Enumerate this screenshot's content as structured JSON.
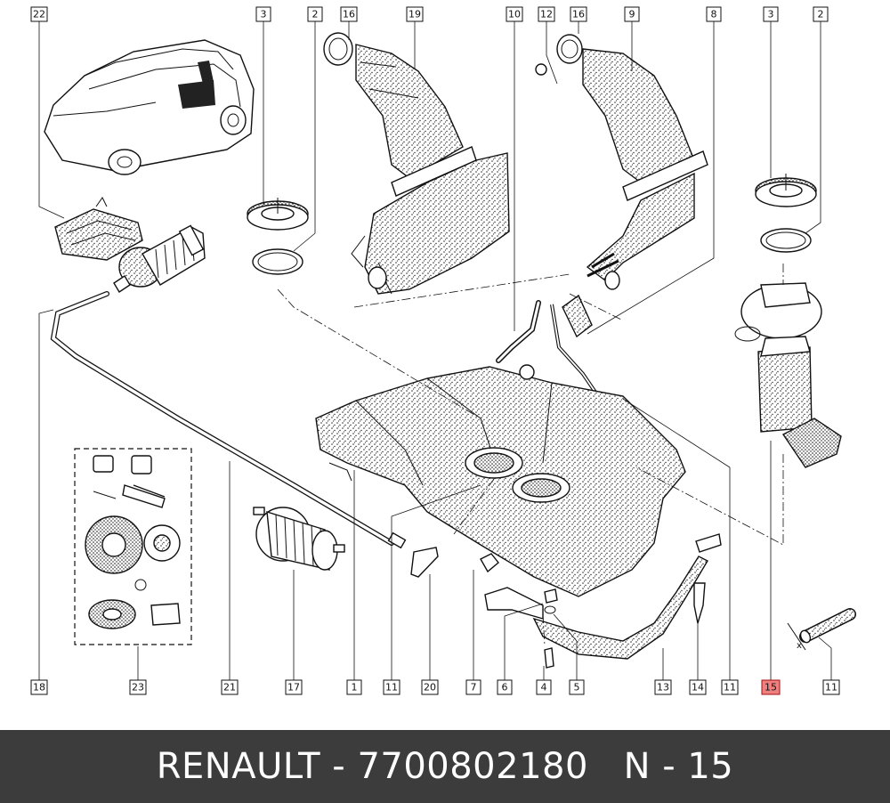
{
  "callouts": [
    {
      "id": "c22",
      "label": "22"
    },
    {
      "id": "c3a",
      "label": "3"
    },
    {
      "id": "c2a",
      "label": "2"
    },
    {
      "id": "c16a",
      "label": "16"
    },
    {
      "id": "c19",
      "label": "19"
    },
    {
      "id": "c10",
      "label": "10"
    },
    {
      "id": "c12",
      "label": "12"
    },
    {
      "id": "c16b",
      "label": "16"
    },
    {
      "id": "c9",
      "label": "9"
    },
    {
      "id": "c8",
      "label": "8"
    },
    {
      "id": "c3b",
      "label": "3"
    },
    {
      "id": "c2b",
      "label": "2"
    },
    {
      "id": "c18",
      "label": "18"
    },
    {
      "id": "c23",
      "label": "23"
    },
    {
      "id": "c21",
      "label": "21"
    },
    {
      "id": "c17",
      "label": "17"
    },
    {
      "id": "c1",
      "label": "1"
    },
    {
      "id": "c11a",
      "label": "11"
    },
    {
      "id": "c20",
      "label": "20"
    },
    {
      "id": "c7",
      "label": "7"
    },
    {
      "id": "c6",
      "label": "6"
    },
    {
      "id": "c4",
      "label": "4"
    },
    {
      "id": "c5",
      "label": "5"
    },
    {
      "id": "c13",
      "label": "13"
    },
    {
      "id": "c14",
      "label": "14"
    },
    {
      "id": "c11b",
      "label": "11"
    },
    {
      "id": "c15",
      "label": "15",
      "highlight": true
    },
    {
      "id": "c11c",
      "label": "11"
    }
  ],
  "dimension_label": "x",
  "footer": {
    "text": "RENAULT - 7700802180   N - 15",
    "background": "#3c3c3c",
    "color": "#ffffff"
  },
  "highlight_color": "#f08080"
}
